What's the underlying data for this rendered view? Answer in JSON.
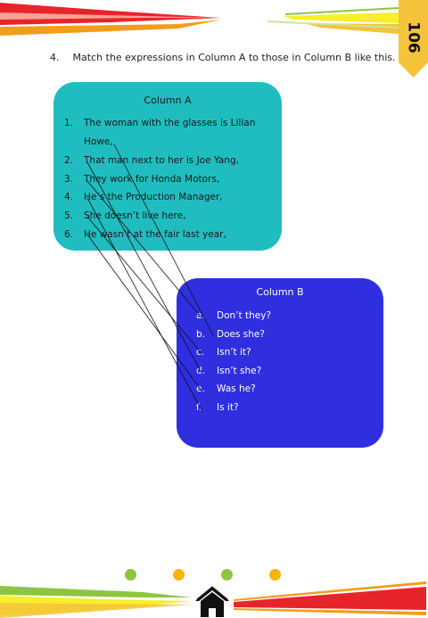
{
  "page": {
    "number": "106",
    "badge_color": "#f5c33b"
  },
  "instruction": {
    "number": "4.",
    "text": "Match the expressions in Column A to those in Column B like this."
  },
  "column_a": {
    "title": "Column A",
    "color": "#1fbdbf",
    "items": [
      {
        "num": "1.",
        "lines": [
          "The woman with the glasses is Lilian",
          "Howe,"
        ]
      },
      {
        "num": "2.",
        "lines": [
          "That man next to her is Joe Yang,"
        ]
      },
      {
        "num": "3.",
        "lines": [
          "They work for Honda Motors,"
        ]
      },
      {
        "num": "4.",
        "lines": [
          "He’s the Production Manager,"
        ]
      },
      {
        "num": "5.",
        "lines": [
          "She doesn’t live here,"
        ]
      },
      {
        "num": "6.",
        "lines": [
          "He wasn’t at the fair last year,"
        ]
      }
    ]
  },
  "column_b": {
    "title": "Column B",
    "color": "#2f2fe0",
    "items": [
      {
        "letter": "a.",
        "text": "Don’t they?"
      },
      {
        "letter": "b.",
        "text": "Does she?"
      },
      {
        "letter": "c.",
        "text": "Isn’t it?"
      },
      {
        "letter": "d.",
        "text": "Isn’t she?"
      },
      {
        "letter": "e.",
        "text": "Was he?"
      },
      {
        "letter": "f.",
        "text": "Is it?"
      }
    ]
  },
  "nav": {
    "dot_colors": [
      "#8cc63f",
      "#f7b500",
      "#8cc63f",
      "#f7b500"
    ],
    "home_icon": "home-icon"
  }
}
